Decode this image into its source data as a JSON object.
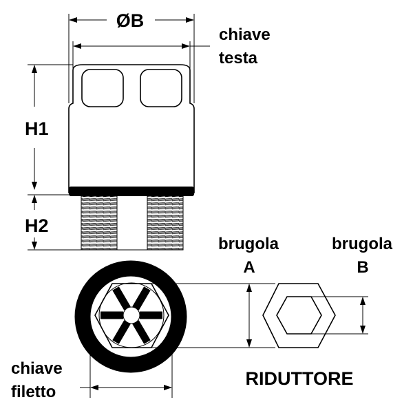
{
  "labels": {
    "diameter_b": "ØB",
    "chiave_testa_1": "chiave",
    "chiave_testa_2": "testa",
    "h1": "H1",
    "h2": "H2",
    "brugola_a_1": "brugola",
    "brugola_a_2": "A",
    "brugola_b_1": "brugola",
    "brugola_b_2": "B",
    "chiave_filetto_1": "chiave",
    "chiave_filetto_2": "filetto",
    "title": "RIDUTTORE"
  },
  "colors": {
    "ink": "#000000",
    "thread": "#8a8a8a",
    "background": "#ffffff"
  }
}
